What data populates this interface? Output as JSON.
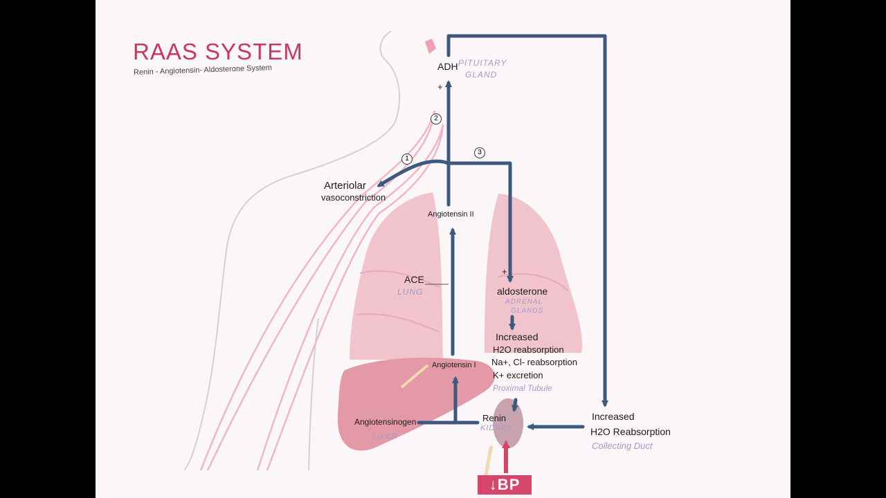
{
  "title": {
    "main": "RAAS SYSTEM",
    "subtitle": "Renin - Angiotensin- Aldosterone System"
  },
  "labels": {
    "adh": "ADH",
    "pituitary": "PITUITARY",
    "gland": "GLAND",
    "plus_adh": "+",
    "step1": "1",
    "step2": "2",
    "step3": "3",
    "arteriolar": "Arteriolar",
    "vasoconstriction": "vasoconstriction",
    "angiotensin2": "Angiotensin II",
    "ace": "ACE",
    "lung": "LUNG",
    "plus_aldo": "+",
    "aldosterone": "aldosterone",
    "adrenal": "ADRENAL",
    "glands": "GLANDS",
    "increased": "Increased",
    "h2o_reabsorption": "H2O reabsorption",
    "na_cl_reabsorption": "Na+, Cl- reabsorption",
    "k_excretion": "K+ excretion",
    "proximal_tubule": "Proximal Tubule",
    "angiotensin1": "Angiotensin I",
    "angiotensinogen": "Angiotensinogen",
    "liver": "LIVER",
    "renin": "Renin",
    "kidney": "KIDNEY",
    "increased2": "Increased",
    "h2o_reabsorption2": "H2O Reabsorption",
    "collecting_duct": "Collecting Duct",
    "low_bp": "↓BP"
  },
  "colors": {
    "arrow": "#3d5a7e",
    "title_pink": "#c9365e",
    "label_purple": "#a49bc9",
    "organ_pink": "#f1c4cd",
    "liver": "#e39aa6",
    "bp_badge": "#d6466a"
  }
}
